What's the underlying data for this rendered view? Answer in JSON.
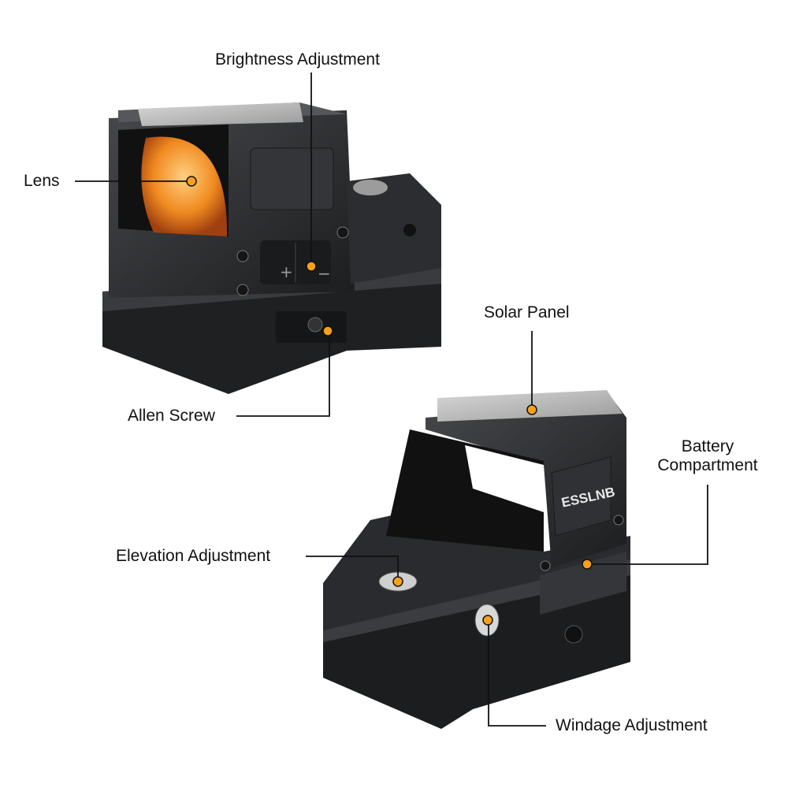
{
  "labels": {
    "brightness": "Brightness Adjustment",
    "lens": "Lens",
    "allen_screw": "Allen Screw",
    "solar_panel": "Solar Panel",
    "battery_line1": "Battery",
    "battery_line2": "Compartment",
    "elevation": "Elevation Adjustment",
    "windage": "Windage Adjustment"
  },
  "brand_logo": "ESSLNB",
  "colors": {
    "marker": "#f7a01c",
    "body": "#2a2b2d",
    "lens": "#f0a030"
  }
}
